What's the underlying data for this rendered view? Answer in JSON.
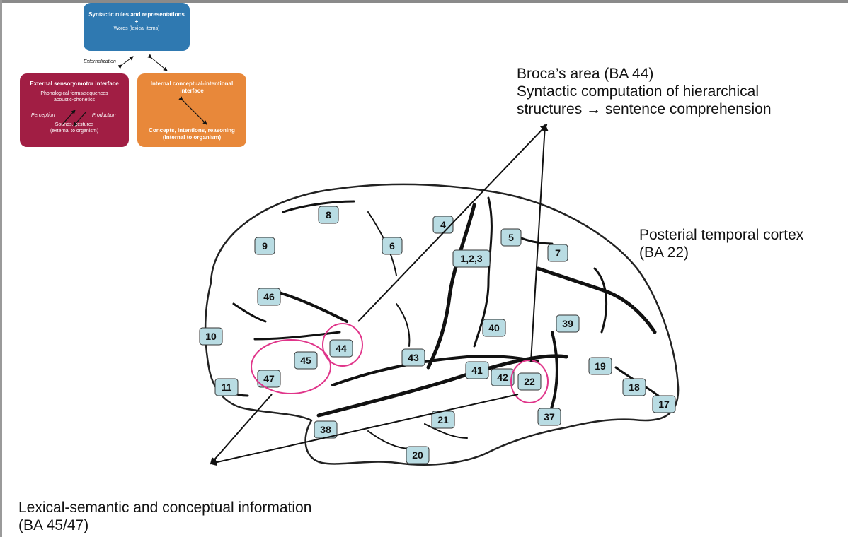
{
  "schema": {
    "syntax_box": {
      "title": "Syntactic rules and representations",
      "plus": "+",
      "subtitle": "Words (lexical items)"
    },
    "externalization_label": "Externalization",
    "sensory_box": {
      "title": "External sensory-motor interface",
      "line1": "Phonological forms/sequences",
      "line2": "acoustic-phonetics",
      "perception": "Perception",
      "production": "Production",
      "bottom1": "Sounds, gestures",
      "bottom2": "(external to organism)"
    },
    "concept_box": {
      "title": "Internal conceptual-intentional interface",
      "bottom1": "Concepts, intentions, reasoning",
      "bottom2": "(internal to organism)"
    },
    "colors": {
      "syntax": "#2f79b1",
      "sensory": "#a11e44",
      "concept": "#e8883a",
      "highlight": "#e0358a",
      "label_fill": "#b9dce3"
    }
  },
  "annotations": {
    "broca_line1": "Broca’s area (BA 44)",
    "broca_line2": "Syntactic computation of hierarchical",
    "broca_line3": "structures → sentence comprehension",
    "post_line1": "Posterial temporal cortex",
    "post_line2": "(BA 22)",
    "lex_line1": "Lexical-semantic and conceptual information",
    "lex_line2": "(BA 45/47)"
  },
  "brodmann_areas": [
    "8",
    "9",
    "6",
    "4",
    "5",
    "1,2,3",
    "7",
    "46",
    "10",
    "40",
    "39",
    "44",
    "45",
    "43",
    "41",
    "42",
    "22",
    "47",
    "11",
    "19",
    "18",
    "17",
    "21",
    "37",
    "38",
    "20"
  ]
}
